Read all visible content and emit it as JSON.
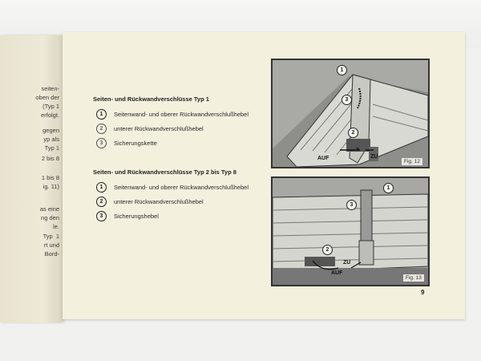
{
  "left_page": {
    "lines": [
      "seiten-",
      "oben der",
      "(Typ 1",
      "erfolgt.",
      "gegen",
      "yp als",
      "Typ 1",
      "2 bis 8",
      "1 bis 8",
      "ig. 11)",
      "as eine",
      "ng den",
      "le.",
      "Typ  1",
      "rt und",
      "Bord-"
    ]
  },
  "section1": {
    "heading": "Seiten- und Rückwandverschlüsse Typ 1",
    "items": [
      {
        "num": "1",
        "label": "Seitenwand- und oberer Rückwandverschlußhebel"
      },
      {
        "num": "2",
        "label": "unterer Rückwandverschlußhebel"
      },
      {
        "num": "3",
        "label": "Sicherungskette"
      }
    ]
  },
  "section2": {
    "heading": "Seiten- und Rückwandverschlüsse Typ 2 bis Typ 8",
    "items": [
      {
        "num": "1",
        "label": "Seitenwand- und oberer Rückwandverschlußhebel"
      },
      {
        "num": "2",
        "label": "unterer Rückwandverschlußhebel"
      },
      {
        "num": "3",
        "label": "Sicherungshebel"
      }
    ]
  },
  "fig12": {
    "caption": "Fig. 12",
    "callouts": [
      "1",
      "3",
      "2"
    ],
    "auf": "AUF",
    "zu": "ZU"
  },
  "fig13": {
    "caption": "Fig. 13",
    "callouts": [
      "1",
      "3",
      "2"
    ],
    "auf": "AUF",
    "zu": "ZU"
  },
  "page_number": "9"
}
